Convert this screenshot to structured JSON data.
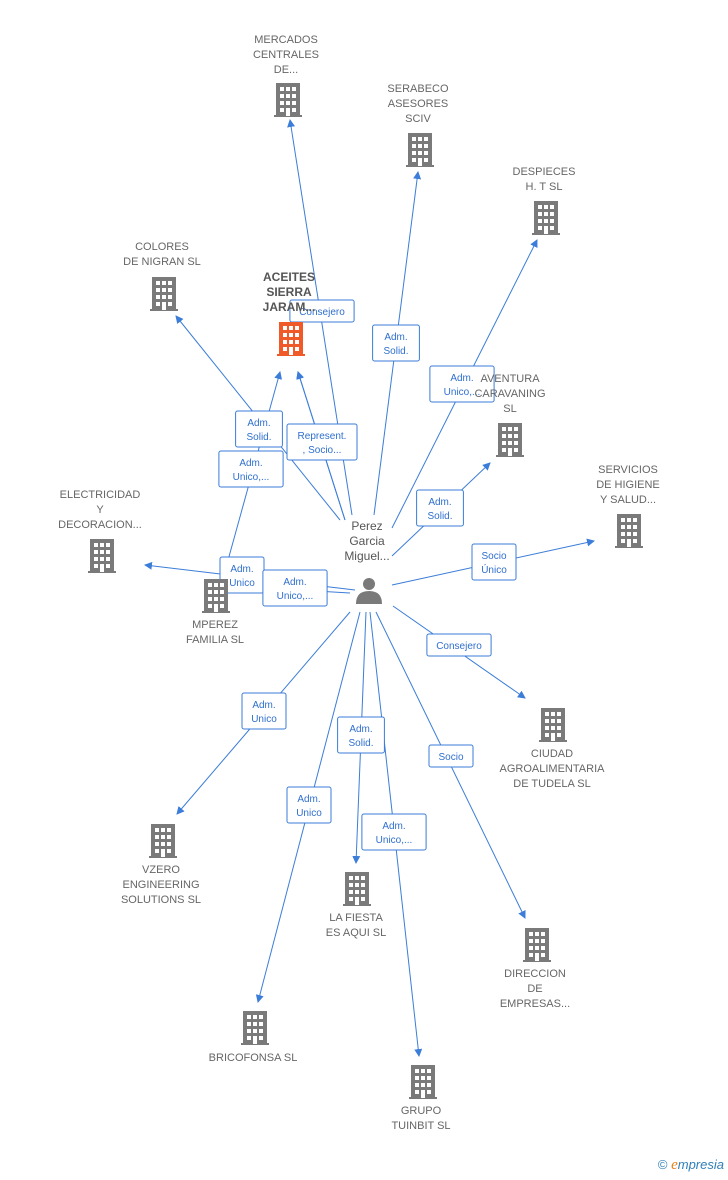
{
  "center": {
    "label_lines": [
      "Perez",
      "Garcia",
      "Miguel..."
    ]
  },
  "colors": {
    "edge": "#3b7dd8",
    "building": "#7a7a7a",
    "main_building": "#f05a28"
  },
  "nodes": [
    {
      "id": "mercados",
      "icon": "building-icon",
      "label_lines": [
        "MERCADOS",
        "CENTRALES",
        "DE..."
      ]
    },
    {
      "id": "serabeco",
      "icon": "building-icon",
      "label_lines": [
        "SERABECO",
        "ASESORES",
        "SCIV"
      ]
    },
    {
      "id": "despieces",
      "icon": "building-icon",
      "label_lines": [
        "DESPIECES",
        "H.  T SL"
      ]
    },
    {
      "id": "colores",
      "icon": "building-icon",
      "label_lines": [
        "COLORES",
        "DE NIGRAN SL"
      ]
    },
    {
      "id": "aceites",
      "icon": "building-icon",
      "main": true,
      "label_lines": [
        "ACEITES",
        "SIERRA",
        "JARAM..."
      ]
    },
    {
      "id": "aventura",
      "icon": "building-icon",
      "label_lines": [
        "AVENTURA",
        "CARAVANING",
        "SL"
      ]
    },
    {
      "id": "servicios",
      "icon": "building-icon",
      "label_lines": [
        "SERVICIOS",
        "DE HIGIENE",
        "Y SALUD..."
      ]
    },
    {
      "id": "electricidad",
      "icon": "building-icon",
      "label_lines": [
        "ELECTRICIDAD",
        "Y",
        "DECORACION..."
      ]
    },
    {
      "id": "mperez",
      "icon": "building-icon",
      "label_lines": [
        "MPEREZ",
        "FAMILIA  SL"
      ]
    },
    {
      "id": "ciudad",
      "icon": "building-icon",
      "label_lines": [
        "CIUDAD",
        "AGROALIMENTARIA",
        "DE TUDELA SL"
      ]
    },
    {
      "id": "vzero",
      "icon": "building-icon",
      "label_lines": [
        "VZERO",
        "ENGINEERING",
        "SOLUTIONS  SL"
      ]
    },
    {
      "id": "lafiesta",
      "icon": "building-icon",
      "label_lines": [
        "LA FIESTA",
        "ES AQUI SL"
      ]
    },
    {
      "id": "direccion",
      "icon": "building-icon",
      "label_lines": [
        "DIRECCION",
        "DE",
        "EMPRESAS..."
      ]
    },
    {
      "id": "bricofonsa",
      "icon": "building-icon",
      "label_lines": [
        "BRICOFONSA SL"
      ]
    },
    {
      "id": "grupo",
      "icon": "building-icon",
      "label_lines": [
        "GRUPO",
        "TUINBIT  SL"
      ]
    }
  ],
  "edges": [
    {
      "to": "mercados",
      "tag_lines": []
    },
    {
      "to": "serabeco",
      "tag_lines": [
        "Adm.",
        "Solid."
      ]
    },
    {
      "to": "despieces",
      "tag_lines": [
        "Adm.",
        "Unico,..."
      ]
    },
    {
      "to": "colores",
      "tag_lines": [
        "Adm.",
        "Solid."
      ]
    },
    {
      "to": "aceites",
      "tag_lines": [
        "Represent.",
        ", Socio..."
      ]
    },
    {
      "to": "aceites",
      "tag_lines": [
        "Consejero"
      ]
    },
    {
      "to": "aventura",
      "tag_lines": [
        "Adm.",
        "Solid."
      ]
    },
    {
      "to": "servicios",
      "tag_lines": [
        "Socio",
        "Único"
      ]
    },
    {
      "to": "electricidad",
      "tag_lines": [
        "Adm.",
        "Unico"
      ]
    },
    {
      "to": "mperez",
      "tag_lines": [
        "Adm.",
        "Unico,..."
      ]
    },
    {
      "to": "aceites",
      "tag_lines": [
        "Adm.",
        "Unico,..."
      ]
    },
    {
      "to": "ciudad",
      "tag_lines": [
        "Consejero"
      ]
    },
    {
      "to": "vzero",
      "tag_lines": [
        "Adm.",
        "Unico"
      ]
    },
    {
      "to": "lafiesta",
      "tag_lines": [
        "Adm.",
        "Solid."
      ]
    },
    {
      "to": "direccion",
      "tag_lines": [
        "Socio"
      ]
    },
    {
      "to": "bricofonsa",
      "tag_lines": [
        "Adm.",
        "Unico"
      ]
    },
    {
      "to": "grupo",
      "tag_lines": [
        "Adm.",
        "Unico,..."
      ]
    }
  ],
  "footer": {
    "copyright_symbol": "©",
    "brand_initial": "e",
    "brand_rest": "mpresia"
  }
}
